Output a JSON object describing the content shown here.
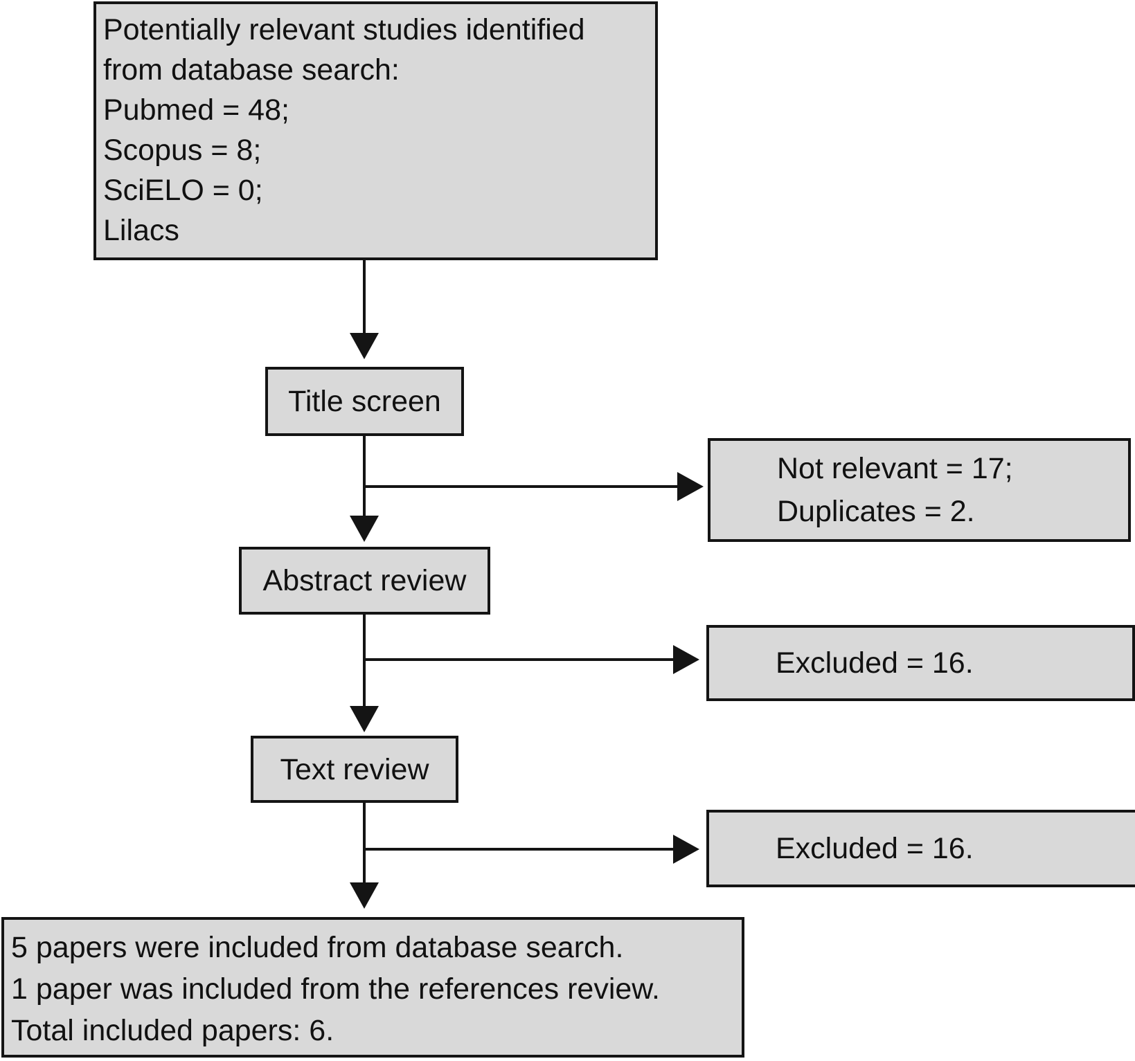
{
  "colors": {
    "box_fill": "#d9d9d9",
    "line": "#141414",
    "background": "#ffffff"
  },
  "nodes": {
    "identification": {
      "lines": [
        "Potentially relevant studies identified",
        "from database search:",
        "Pubmed = 48;",
        "Scopus = 8;",
        "SciELO = 0;",
        "Lilacs"
      ]
    },
    "title_screen": {
      "label": "Title screen"
    },
    "not_relevant": {
      "lines": [
        "Not relevant = 17;",
        "Duplicates = 2."
      ]
    },
    "abstract_review": {
      "label": "Abstract review"
    },
    "excluded_abstract": {
      "label": "Excluded = 16."
    },
    "text_review": {
      "label": "Text review"
    },
    "excluded_text": {
      "label": "Excluded = 16."
    },
    "included": {
      "lines": [
        "5 papers were included from database search.",
        "1 paper was included from the references review.",
        "Total included papers: 6."
      ]
    }
  }
}
